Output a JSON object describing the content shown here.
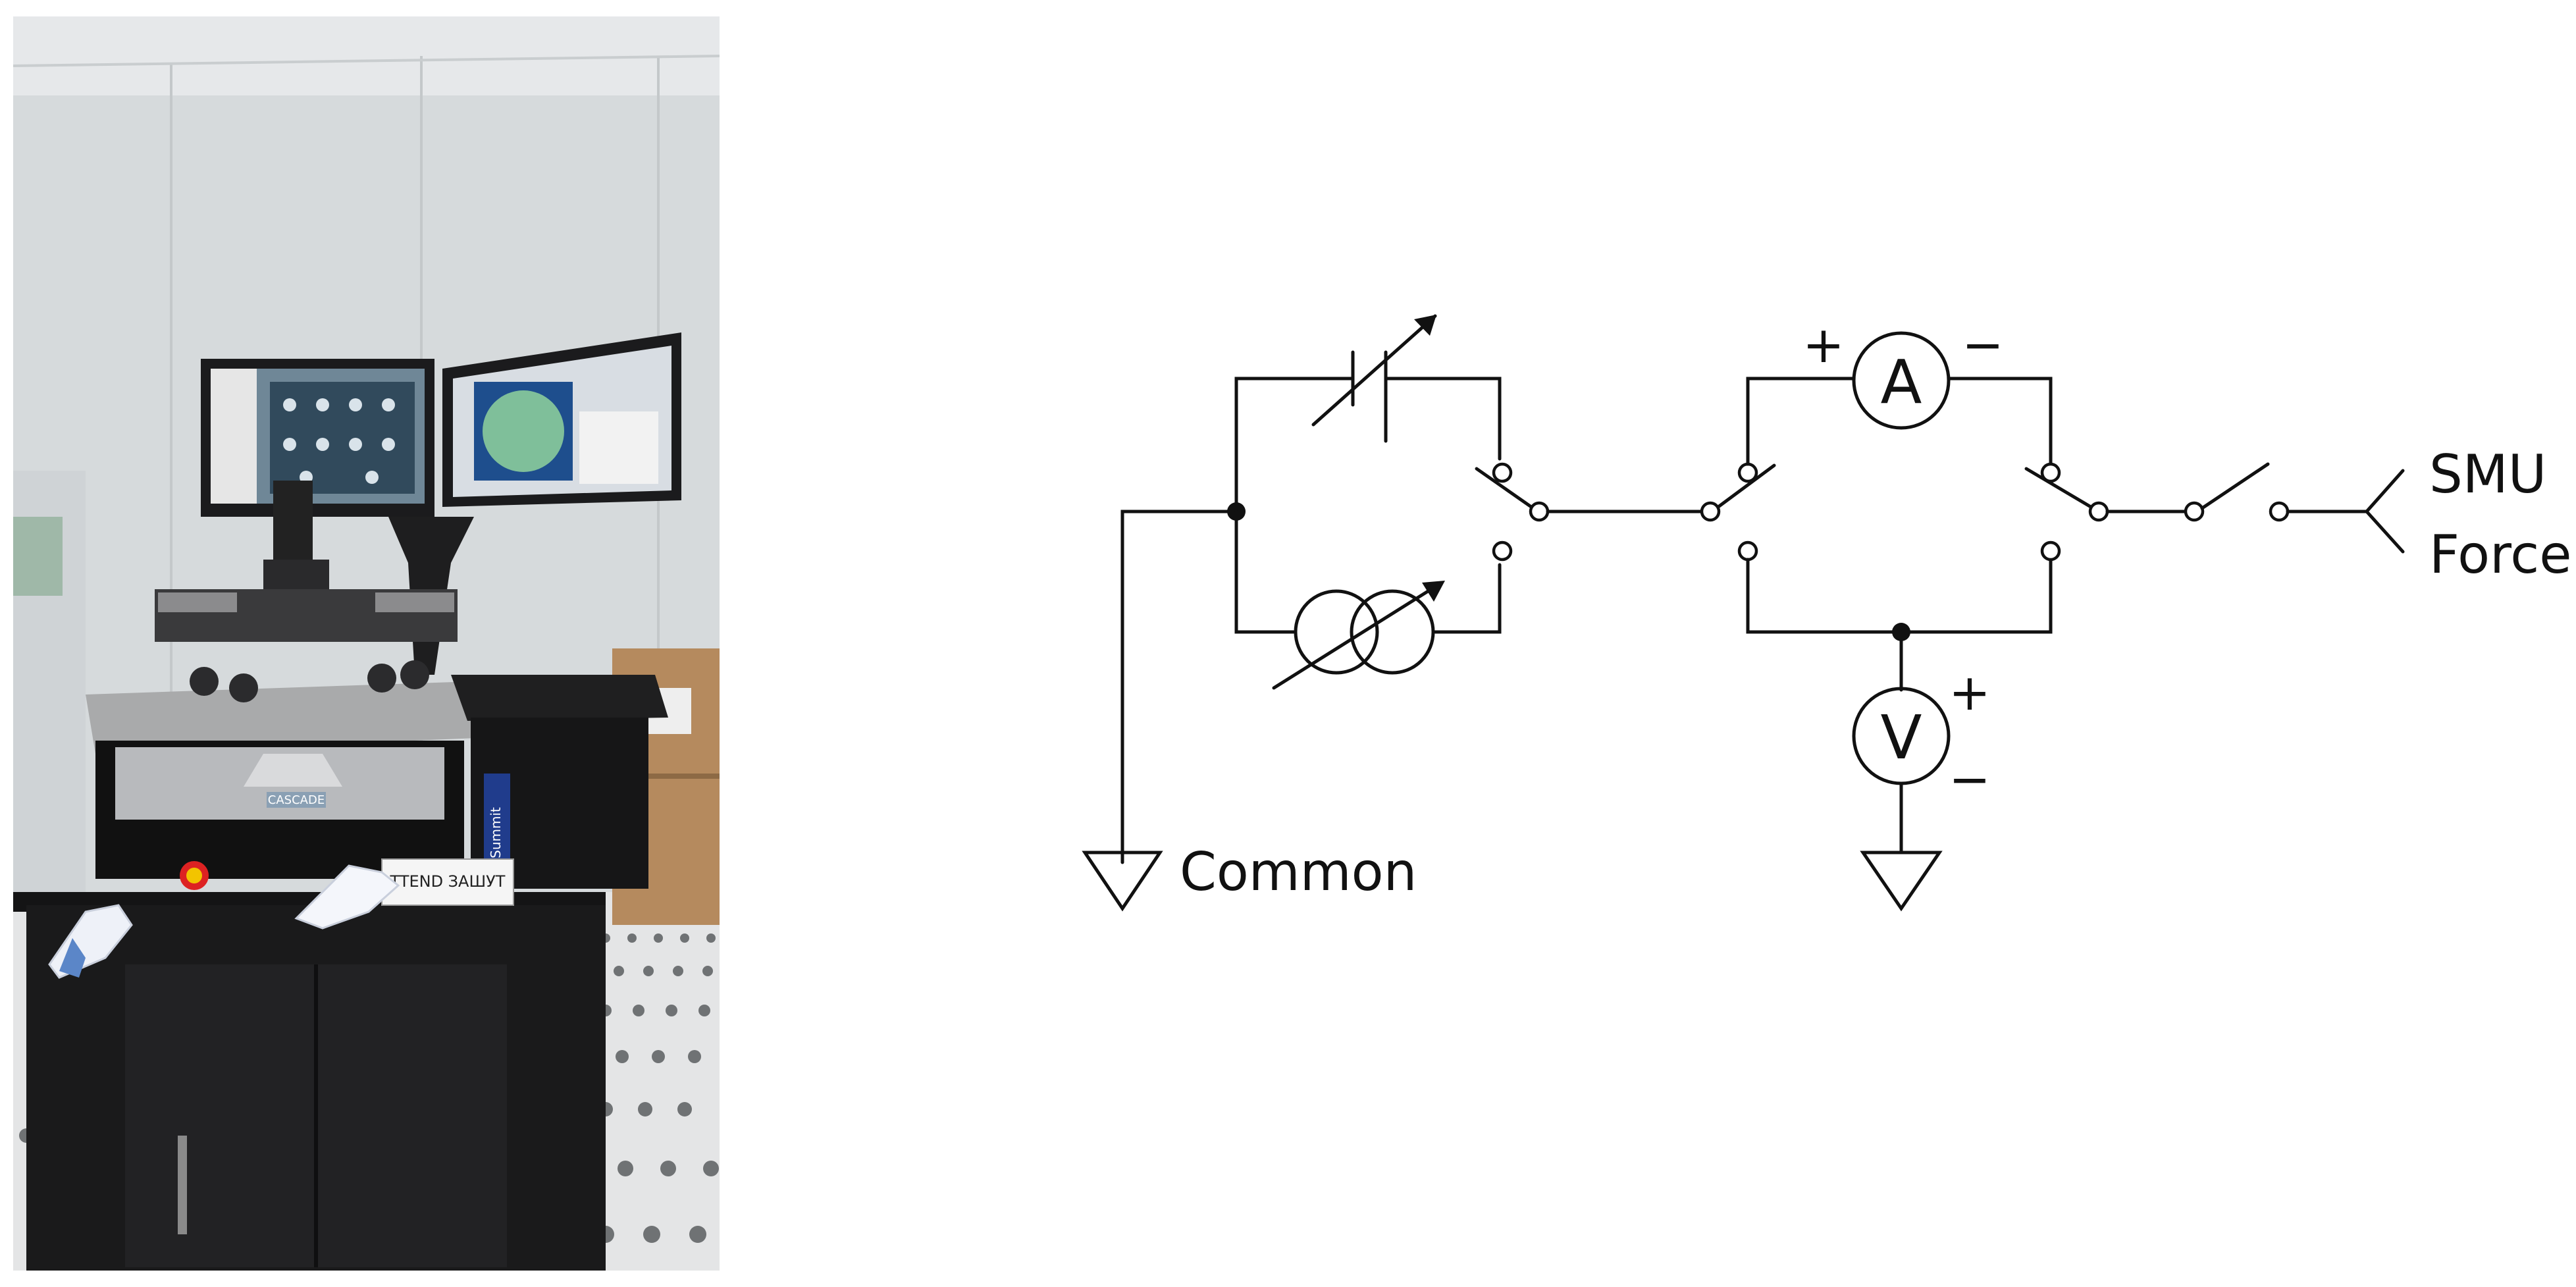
{
  "photo": {
    "equipment_labels": [
      "CASCADE",
      "Summit",
      "TTEND ЗАШУТ"
    ]
  },
  "schematic": {
    "ammeter_letter": "A",
    "voltmeter_letter": "V",
    "ammeter_plus": "+",
    "ammeter_minus": "−",
    "voltmeter_plus": "+",
    "voltmeter_minus": "−",
    "common_label": "Common",
    "smu_label": "SMU",
    "force_label": "Force"
  },
  "colors": {
    "line": "#111111",
    "background": "#ffffff"
  }
}
